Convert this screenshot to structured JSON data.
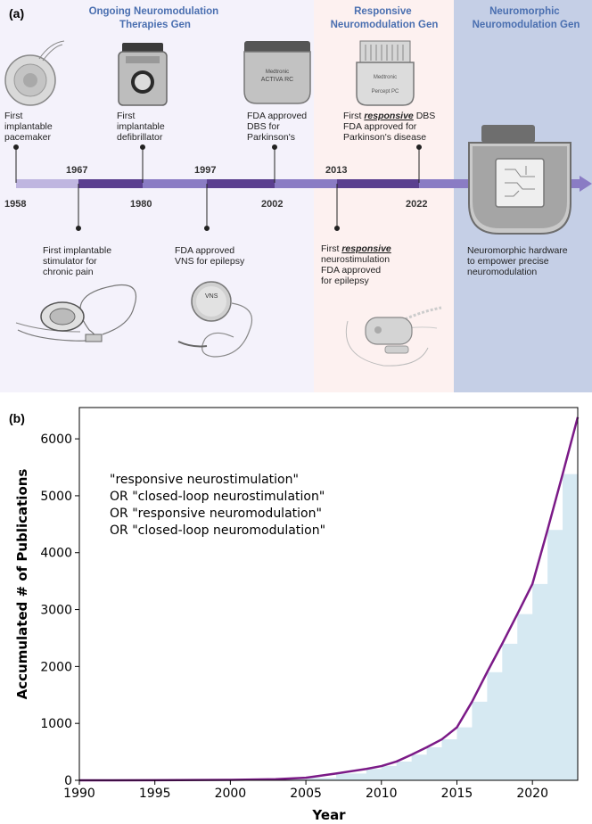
{
  "panel_a": {
    "letter": "(a)",
    "eras": [
      {
        "title_lines": [
          "Ongoing Neuromodulation",
          "Therapies Gen"
        ],
        "color": "#f4f2fb"
      },
      {
        "title_lines": [
          "Responsive",
          "Neuromodulation Gen"
        ],
        "color": "#fdf1f0"
      },
      {
        "title_lines": [
          "Neuromorphic",
          "Neuromodulation Gen"
        ],
        "color": "#c5cfe6"
      }
    ],
    "years": {
      "top": [
        "1967",
        "1997",
        "2013"
      ],
      "bottom": [
        "1958",
        "1980",
        "2002",
        "2022"
      ]
    },
    "milestones_above": [
      {
        "lines": [
          "First",
          "implantable",
          "pacemaker"
        ],
        "device": "pacemaker-icon"
      },
      {
        "lines": [
          "First",
          "implantable",
          "defibrillator"
        ],
        "device": "defibrillator-icon"
      },
      {
        "lines": [
          "FDA approved",
          "DBS for",
          "Parkinson's"
        ],
        "device": "dbs-device-icon",
        "device_text": [
          "Medtronic",
          "ACTIVA RC"
        ]
      },
      {
        "lines": [
          "First",
          "FDA approved for",
          "Parkinson's disease"
        ],
        "responsive_line": {
          "pre": "First ",
          "em": "responsive",
          "post": " DBS"
        },
        "device": "responsive-dbs-icon",
        "device_text": [
          "Medtronic",
          "Percept PC"
        ]
      }
    ],
    "milestones_below": [
      {
        "lines": [
          "First implantable",
          "stimulator for",
          "chronic pain"
        ],
        "device": "spinal-stimulator-icon"
      },
      {
        "lines": [
          "FDA approved",
          "VNS for epilepsy"
        ],
        "device": "vns-device-icon",
        "device_text": "VNS"
      },
      {
        "lines": [
          "neurostimulation",
          "FDA approved",
          "for epilepsy"
        ],
        "responsive_line": {
          "pre": "First ",
          "em": "responsive",
          "post": ""
        },
        "device": "rns-device-icon"
      }
    ],
    "neuromorphic": {
      "lines": [
        "Neuromorphic hardware",
        "to empower precise",
        "neuromodulation"
      ],
      "device": "neuromorphic-chip-icon"
    }
  },
  "chart_data": {
    "type": "area",
    "panel_label": "(b)",
    "title": "",
    "xlabel": "Year",
    "ylabel": "Accumulated # of Publications",
    "xlim": [
      1990,
      2023
    ],
    "ylim": [
      0,
      6550
    ],
    "xticks": [
      1990,
      1995,
      2000,
      2005,
      2010,
      2015,
      2020
    ],
    "yticks": [
      0,
      1000,
      2000,
      3000,
      4000,
      5000,
      6000
    ],
    "grid": false,
    "annotation_lines": [
      "\"responsive neurostimulation\"",
      "OR \"closed-loop neurostimulation\"",
      "OR \"responsive neuromodulation\"",
      "OR \"closed-loop neuromodulation\""
    ],
    "line_color": "#7b1a87",
    "fill_color": "#d6e9f2",
    "x": [
      1990,
      1995,
      2000,
      2003,
      2005,
      2007,
      2009,
      2010,
      2011,
      2012,
      2013,
      2014,
      2015,
      2016,
      2017,
      2018,
      2019,
      2020,
      2021,
      2022,
      2023
    ],
    "y": [
      0,
      2,
      8,
      20,
      45,
      120,
      200,
      250,
      330,
      450,
      580,
      720,
      930,
      1380,
      1900,
      2400,
      2920,
      3450,
      4400,
      5380,
      6380
    ]
  }
}
